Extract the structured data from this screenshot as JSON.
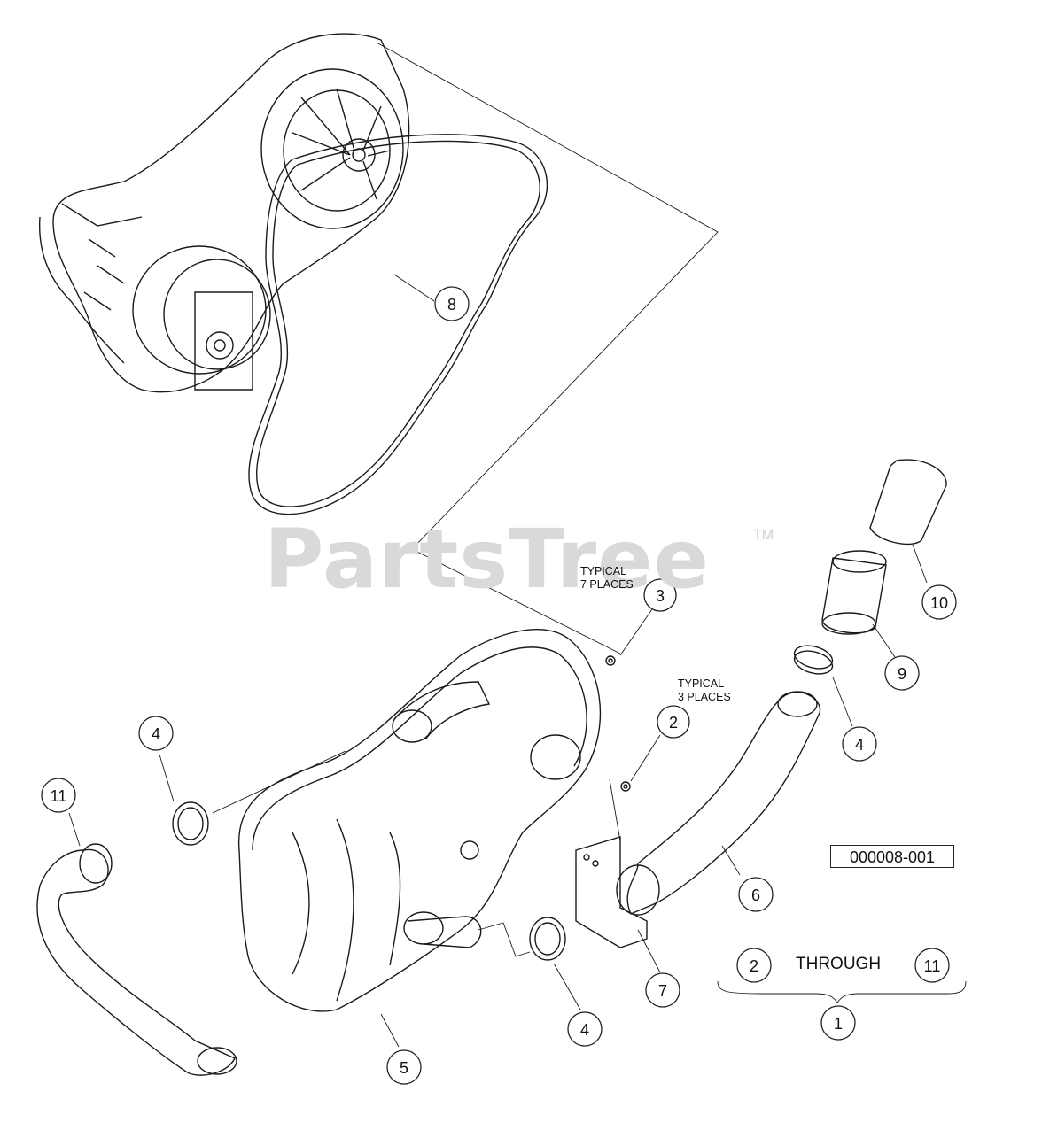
{
  "watermark": {
    "text": "PartsTree",
    "tm": "TM"
  },
  "notes": {
    "typical_7": [
      "TYPICAL",
      "7 PLACES"
    ],
    "typical_3": [
      "TYPICAL",
      "3 PLACES"
    ]
  },
  "reference_number": "000008-001",
  "assembly_note": {
    "from": "2",
    "word": "THROUGH",
    "to": "11",
    "parent": "1"
  },
  "callouts": {
    "c8": "8",
    "c3": "3",
    "c10": "10",
    "c9": "9",
    "c2": "2",
    "c4a": "4",
    "c4b": "4",
    "c11": "11",
    "c6": "6",
    "c7": "7",
    "c4c": "4",
    "c5": "5"
  }
}
